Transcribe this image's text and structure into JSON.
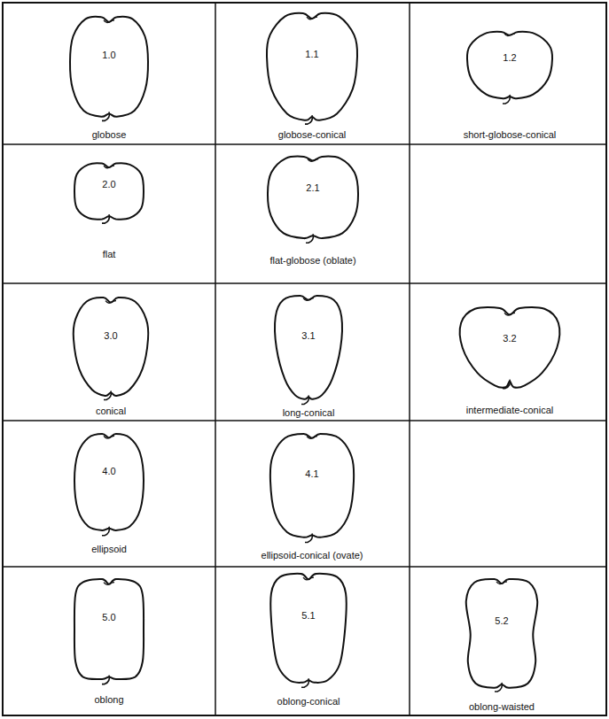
{
  "diagram": {
    "nodes": [
      {
        "text": [
          "1.0",
          "globose"
        ]
      },
      {
        "text": [
          "1.1",
          "globose-conical"
        ]
      },
      {
        "text": [
          "1.2",
          "short-globose-conical"
        ]
      },
      {
        "text": [
          "2.0",
          "flat"
        ]
      },
      {
        "text": [
          "2.1",
          "flat-globose (oblate)"
        ]
      },
      {
        "text": [
          "3.0",
          "conical"
        ]
      },
      {
        "text": [
          "3.1",
          "long-conical"
        ]
      },
      {
        "text": [
          "3.2",
          "intermediate-conical"
        ]
      },
      {
        "text": [
          "4.0",
          "ellipsoid"
        ]
      },
      {
        "text": [
          "4.1",
          "ellipsoid-conical (ovate)"
        ]
      },
      {
        "text": [
          "5.0",
          "oblong"
        ]
      },
      {
        "text": [
          "5.1",
          "oblong-conical"
        ]
      },
      {
        "text": [
          "5.2",
          "oblong-waisted"
        ]
      }
    ]
  }
}
